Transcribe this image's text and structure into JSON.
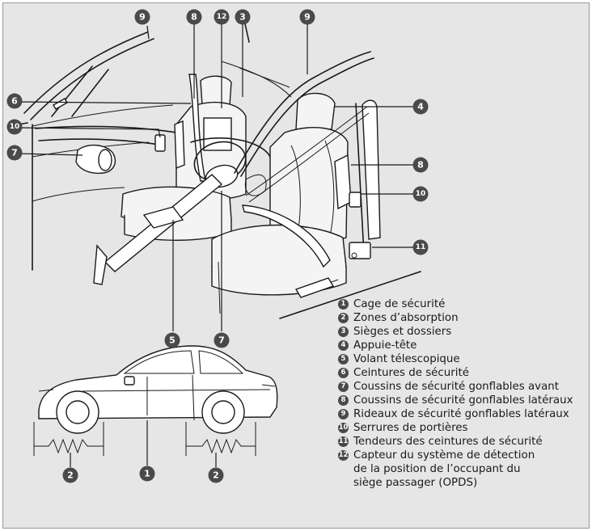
{
  "legend": [
    {
      "num": "1",
      "text": "Cage de sécurité"
    },
    {
      "num": "2",
      "text": "Zones d’absorption"
    },
    {
      "num": "3",
      "text": "Sièges et dossiers"
    },
    {
      "num": "4",
      "text": "Appuie-tête"
    },
    {
      "num": "5",
      "text": "Volant télescopique"
    },
    {
      "num": "6",
      "text": "Ceintures de sécurité"
    },
    {
      "num": "7",
      "text": "Coussins de sécurité gonflables avant"
    },
    {
      "num": "8",
      "text": "Coussins de sécurité gonflables latéraux"
    },
    {
      "num": "9",
      "text": "Rideaux de sécurité gonflables latéraux"
    },
    {
      "num": "10",
      "text": "Serrures de portières"
    },
    {
      "num": "11",
      "text": "Tendeurs des ceintures de sécurité"
    },
    {
      "num": "12",
      "text": "Capteur du système de détection\nde la position de l’occupant du\nsiège passager (OPDS)"
    }
  ],
  "callouts": {
    "c9a": "9",
    "c8": "8",
    "c12": "12",
    "c3": "3",
    "c9b": "9",
    "c6": "6",
    "c4": "4",
    "c10a": "10",
    "c7a": "7",
    "c8b": "8",
    "c10b": "10",
    "c11": "11",
    "c5": "5",
    "c7b": "7",
    "c2a": "2",
    "c1": "1",
    "c2b": "2"
  },
  "colors": {
    "background": "#e6e6e6",
    "badge": "#4a4a4a",
    "line": "#1a1a1a"
  }
}
